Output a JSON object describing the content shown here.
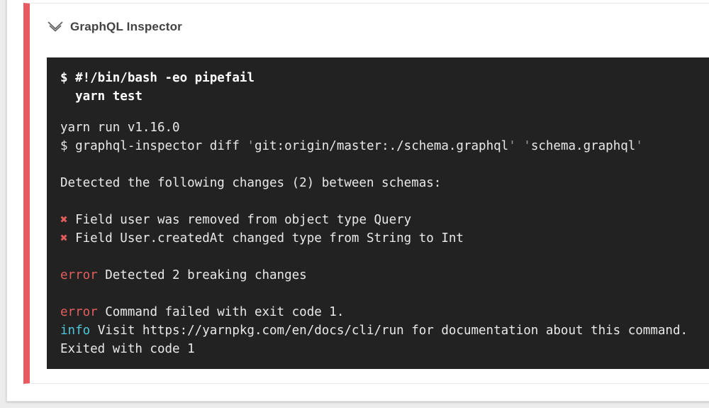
{
  "colors": {
    "page_bg": "#ececec",
    "card_bg": "#ffffff",
    "card_border": "#e0e0e0",
    "step_border": "#e8e8e8",
    "fail_red": "#e85a5f",
    "terminal_bg": "#222222",
    "terminal_text": "#e9e9e9",
    "terminal_bold": "#ffffff",
    "dim": "#9a9a9a",
    "error_red": "#e35e5e",
    "info_cyan": "#4fc8da",
    "title_text": "#424242",
    "chevron": "#616161"
  },
  "step": {
    "title": "GraphQL Inspector",
    "status": "failed",
    "collapse_icon": "double-chevron-down-icon"
  },
  "terminal": {
    "command_lines": [
      "$ #!/bin/bash -eo pipefail",
      "  yarn test"
    ],
    "output_lines": [
      [
        {
          "text": "yarn run v1.16.0",
          "role": "plain"
        }
      ],
      [
        {
          "text": "$ graphql-inspector diff ",
          "role": "plain"
        },
        {
          "text": "'",
          "role": "dim"
        },
        {
          "text": "git:origin/master:./schema.graphql",
          "role": "plain"
        },
        {
          "text": "'",
          "role": "dim"
        },
        {
          "text": " ",
          "role": "plain"
        },
        {
          "text": "'",
          "role": "dim"
        },
        {
          "text": "schema.graphql",
          "role": "plain"
        },
        {
          "text": "'",
          "role": "dim"
        }
      ],
      [],
      [
        {
          "text": "Detected the following changes (2) between schemas:",
          "role": "plain"
        }
      ],
      [],
      [
        {
          "text": "✖",
          "role": "cross"
        },
        {
          "text": " Field user was removed from object type Query",
          "role": "plain"
        }
      ],
      [
        {
          "text": "✖",
          "role": "cross"
        },
        {
          "text": " Field User.createdAt changed type from String to Int",
          "role": "plain"
        }
      ],
      [],
      [
        {
          "text": "error",
          "role": "error"
        },
        {
          "text": " Detected 2 breaking changes",
          "role": "plain"
        }
      ],
      [],
      [
        {
          "text": "error",
          "role": "error"
        },
        {
          "text": " Command failed with exit code 1.",
          "role": "plain"
        }
      ],
      [
        {
          "text": "info",
          "role": "info"
        },
        {
          "text": " Visit https://yarnpkg.com/en/docs/cli/run for documentation about this command.",
          "role": "plain"
        }
      ],
      [
        {
          "text": "Exited with code 1",
          "role": "plain"
        }
      ]
    ]
  }
}
